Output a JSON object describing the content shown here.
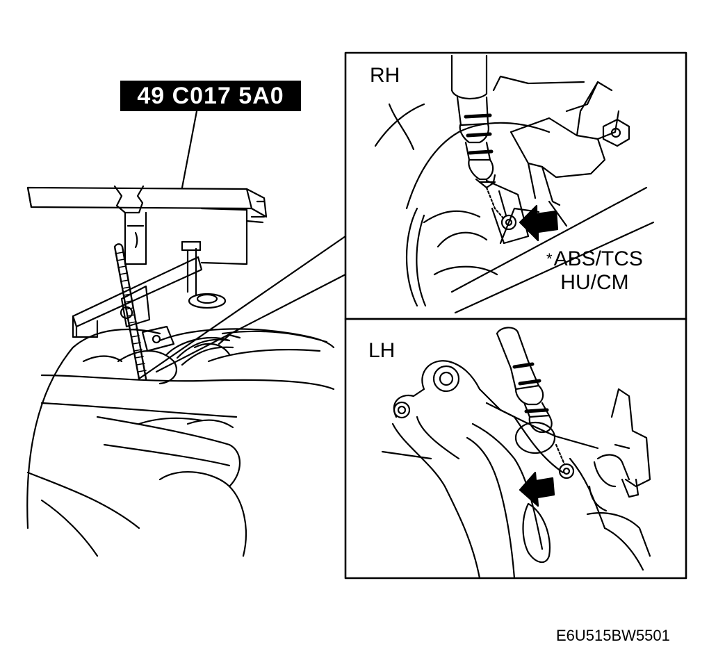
{
  "tool_number": "49 C017 5A0",
  "panels": {
    "rh": {
      "label": "RH"
    },
    "lh": {
      "label": "LH"
    }
  },
  "callout": {
    "marker": "*",
    "line1": "ABS/TCS",
    "line2": "HU/CM"
  },
  "figure_code": "E6U515BW5501",
  "colors": {
    "ink": "#000000",
    "paper": "#ffffff"
  }
}
